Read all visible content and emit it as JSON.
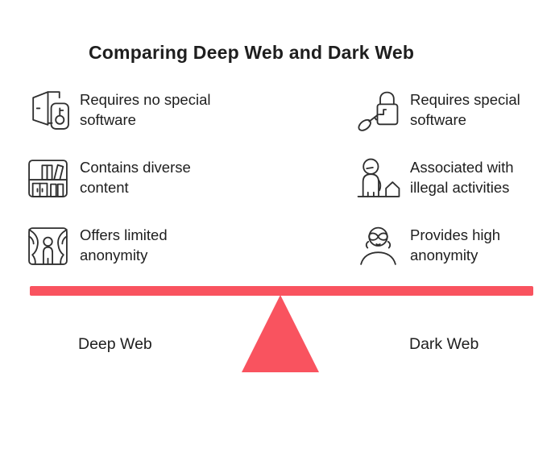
{
  "title": "Comparing Deep Web and Dark Web",
  "features": {
    "left": [
      {
        "icon": "open-door-key-icon",
        "label": "Requires no special software"
      },
      {
        "icon": "bookshelf-icon",
        "label": "Contains diverse content"
      },
      {
        "icon": "stage-curtain-person-icon",
        "label": "Offers limited anonymity"
      }
    ],
    "right": [
      {
        "icon": "padlock-key-icon",
        "label": "Requires special software"
      },
      {
        "icon": "person-house-icon",
        "label": "Associated with illegal activities"
      },
      {
        "icon": "masked-person-icon",
        "label": "Provides high anonymity"
      }
    ]
  },
  "seesaw": {
    "left_label": "Deep Web",
    "right_label": "Dark Web"
  },
  "colors": {
    "accent": "#F9535F",
    "text": "#1E1E1E",
    "icon_stroke": "#2F2F2F",
    "background": "#FFFFFF"
  }
}
